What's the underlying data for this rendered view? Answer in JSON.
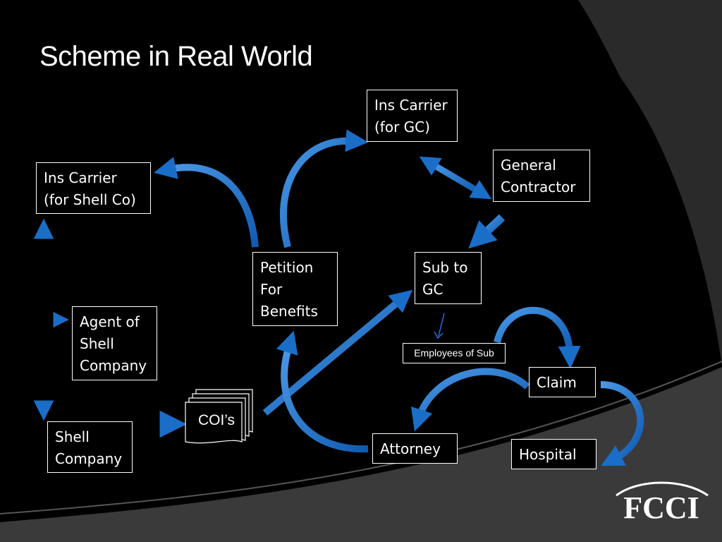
{
  "slide": {
    "title": "Scheme in Real World"
  },
  "nodes": {
    "ins_carrier_gc": "Ins Carrier\n(for GC)",
    "general_contractor": "General\nContractor",
    "ins_carrier_shell": "Ins Carrier\n(for Shell Co)",
    "petition": "Petition\nFor\nBenefits",
    "sub_to_gc": "Sub to\nGC",
    "agent_shell": "Agent of\nShell\nCompany",
    "employees_of_sub": "Employees of Sub",
    "claim": "Claim",
    "shell_company": "Shell\nCompany",
    "coi": "COI’s",
    "attorney": "Attorney",
    "hospital": "Hospital"
  },
  "logo": {
    "text": "FCCI"
  },
  "colors": {
    "background": "#000000",
    "swoosh": "#2b2b2b",
    "arrow": "#1a6ec7",
    "arrow_light": "#4a97e6",
    "text": "#ffffff"
  }
}
